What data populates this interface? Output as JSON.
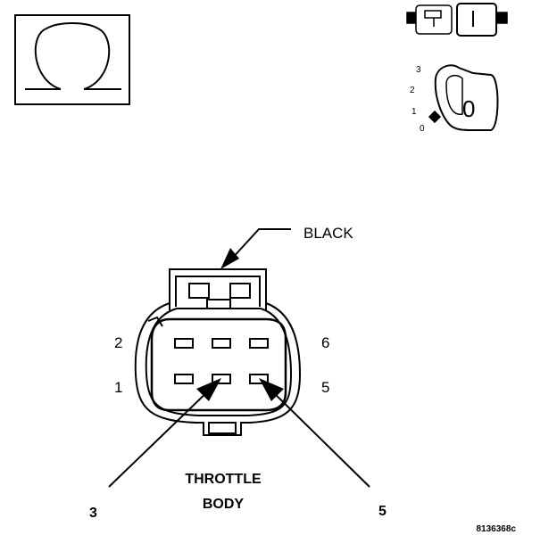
{
  "symbol": {
    "name": "ohm-symbol",
    "label": "Ω"
  },
  "ignition_key": {
    "positions": [
      "3",
      "2",
      "1",
      "0"
    ],
    "switch_label": "0"
  },
  "connector": {
    "color_label": "BLACK",
    "pins": [
      {
        "label": "2"
      },
      {
        "label": "1"
      },
      {
        "label": "6"
      },
      {
        "label": "5"
      }
    ],
    "callouts": [
      {
        "label": "3"
      },
      {
        "label": "5"
      }
    ],
    "component_label": {
      "line1": "THROTTLE",
      "line2": "BODY"
    }
  },
  "figure_id": "8136368c"
}
